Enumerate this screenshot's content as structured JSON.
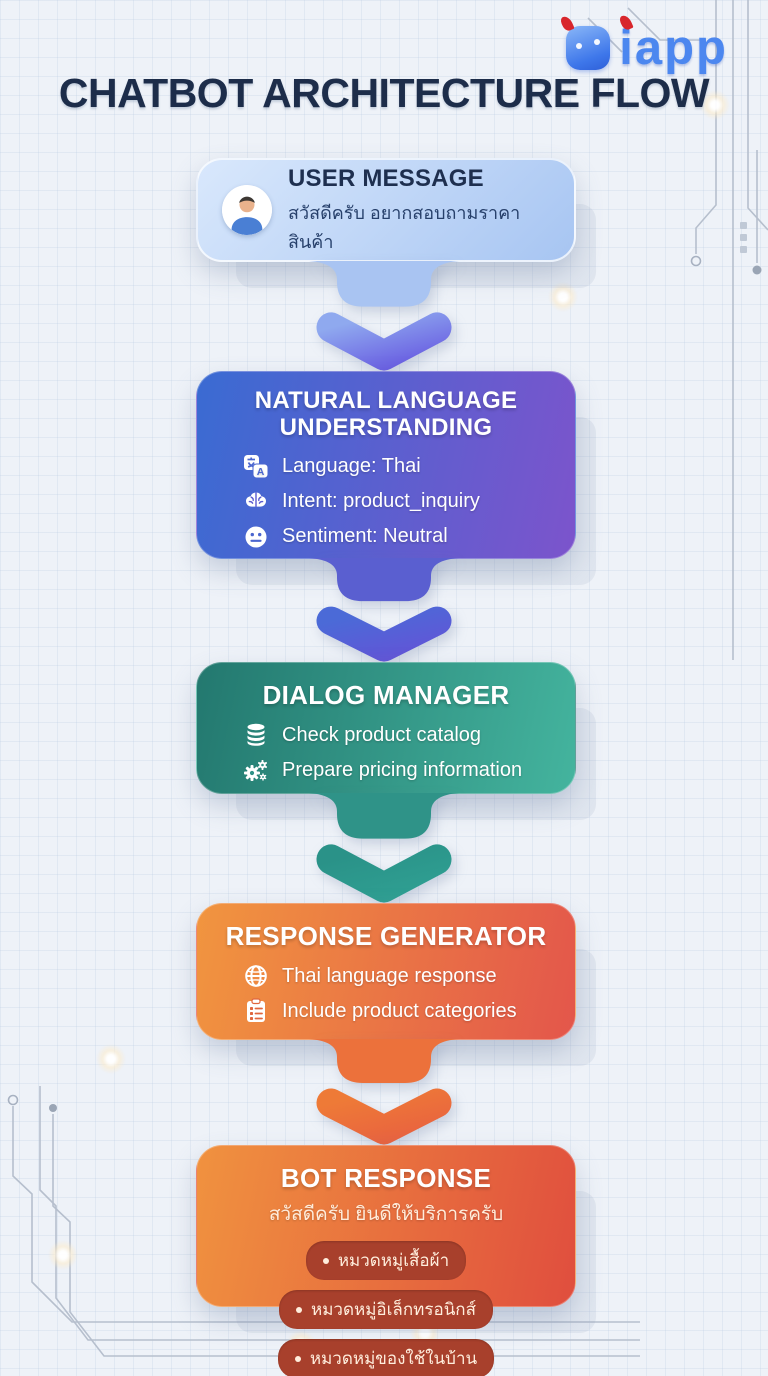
{
  "brand": {
    "logo_text": "iapp"
  },
  "header": {
    "title": "CHATBOT ARCHITECTURE FLOW"
  },
  "flow": {
    "user_message": {
      "title": "USER MESSAGE",
      "message": "สวัสดีครับ อยากสอบถามราคาสินค้า",
      "icon": "user-avatar-icon"
    },
    "nlu": {
      "title_line1": "NATURAL LANGUAGE",
      "title_line2": "UNDERSTANDING",
      "items": [
        {
          "icon": "translate-icon",
          "label": "Language: Thai"
        },
        {
          "icon": "brain-icon",
          "label": "Intent: product_inquiry"
        },
        {
          "icon": "face-neutral-icon",
          "label": "Sentiment: Neutral"
        }
      ]
    },
    "dialog_manager": {
      "title": "DIALOG MANAGER",
      "items": [
        {
          "icon": "database-icon",
          "label": "Check product catalog"
        },
        {
          "icon": "gears-icon",
          "label": "Prepare pricing information"
        }
      ]
    },
    "response_generator": {
      "title": "RESPONSE GENERATOR",
      "items": [
        {
          "icon": "globe-icon",
          "label": "Thai language response"
        },
        {
          "icon": "clipboard-icon",
          "label": "Include product categories"
        }
      ]
    },
    "bot_response": {
      "title": "BOT RESPONSE",
      "message": "สวัสดีครับ ยินดีให้บริการครับ",
      "categories": [
        "หมวดหมู่เสื้อผ้า",
        "หมวดหมู่อิเล็กทรอนิกส์",
        "หมวดหมู่ของใช้ในบ้าน"
      ]
    }
  },
  "colors": {
    "background": "#eef2f8",
    "title_text": "#1d2d4a",
    "logo_blue": "#4c87ef",
    "logo_red": "#d8262c",
    "user_box_gradient": [
      "#d9e8fc",
      "#a7c5f2"
    ],
    "nlu_box_gradient": [
      "#3a6bd2",
      "#7c54cc"
    ],
    "dialog_box_gradient": [
      "#23786f",
      "#44b49e"
    ],
    "response_box_gradient": [
      "#f1953f",
      "#e3564b"
    ],
    "bot_box_gradient": [
      "#f0923f",
      "#e04e3e"
    ],
    "pill_background": "#a8402c",
    "pill_text": "#ffeedd",
    "arrow_blue": [
      "#8fa9ef",
      "#6a60e2"
    ],
    "arrow_indigo": [
      "#4b6ad7",
      "#6156d7"
    ],
    "arrow_teal": [
      "#2a9288",
      "#2f9f92"
    ],
    "arrow_orange": [
      "#ee7a37",
      "#e9633f"
    ]
  }
}
